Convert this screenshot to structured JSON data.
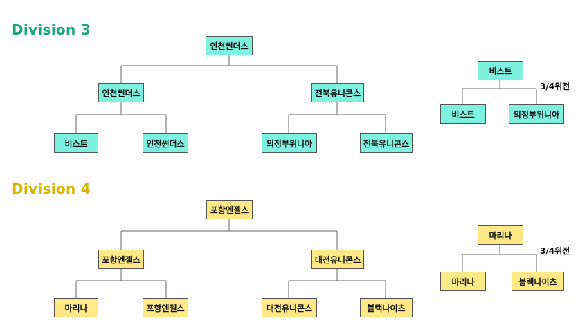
{
  "colors": {
    "div3_title": "#1aa67e",
    "div4_title": "#d9b400",
    "div3_box": "#7ff2df",
    "div4_box": "#ffe987"
  },
  "division3": {
    "title": "Division 3",
    "final": "인천썬더스",
    "semi_left": "인천썬더스",
    "semi_right": "전북유니콘스",
    "qf": [
      "비스트",
      "인천썬더스",
      "의정부위니아",
      "전북유니콘스"
    ],
    "third_place": {
      "winner": "비스트",
      "label": "3/4위전",
      "teams": [
        "비스트",
        "의정부위니아"
      ]
    }
  },
  "division4": {
    "title": "Division 4",
    "final": "포항엔젤스",
    "semi_left": "포항엔젤스",
    "semi_right": "대전유니콘스",
    "qf": [
      "마리나",
      "포항엔젤스",
      "대전유니콘스",
      "블랙나이츠"
    ],
    "third_place": {
      "winner": "마리나",
      "label": "3/4위전",
      "teams": [
        "마리나",
        "블랙나이츠"
      ]
    }
  }
}
